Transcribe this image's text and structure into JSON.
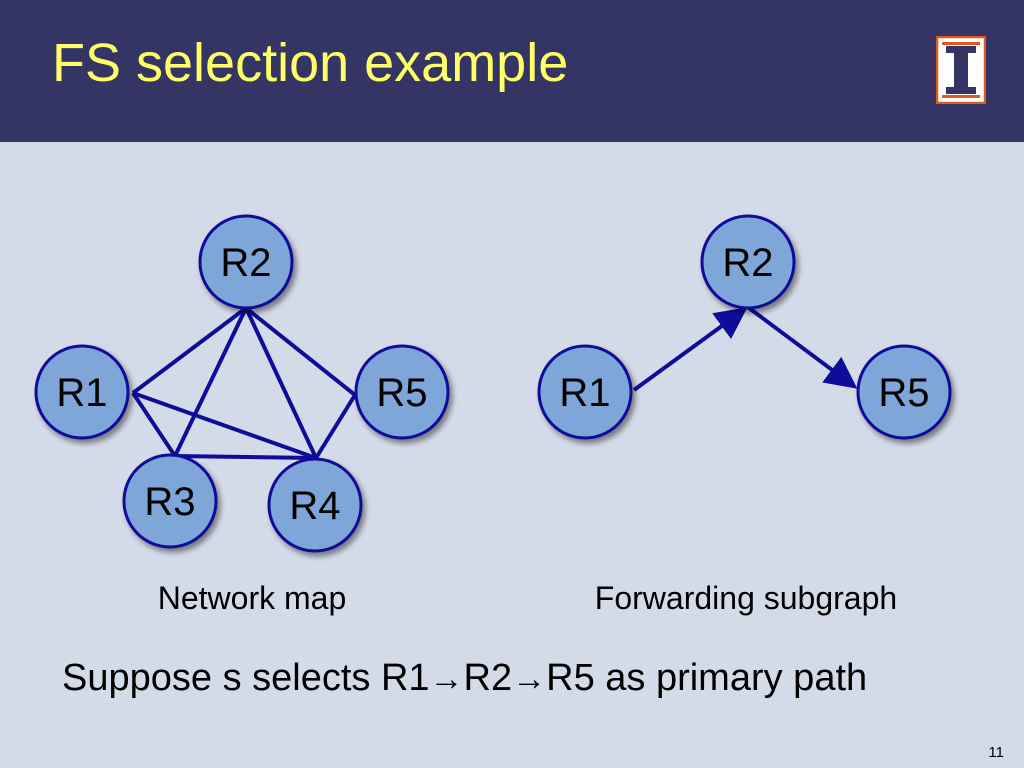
{
  "slide": {
    "title": "FS selection example",
    "page_number": "11"
  },
  "network_map": {
    "caption": "Network map",
    "nodes": [
      "R1",
      "R2",
      "R3",
      "R4",
      "R5"
    ],
    "links": [
      [
        "R1",
        "R2"
      ],
      [
        "R1",
        "R3"
      ],
      [
        "R1",
        "R4"
      ],
      [
        "R2",
        "R3"
      ],
      [
        "R2",
        "R4"
      ],
      [
        "R2",
        "R5"
      ],
      [
        "R3",
        "R4"
      ],
      [
        "R4",
        "R5"
      ]
    ]
  },
  "forwarding_subgraph": {
    "caption": "Forwarding subgraph",
    "nodes": [
      "R1",
      "R2",
      "R5"
    ],
    "arcs": [
      [
        "R1",
        "R2"
      ],
      [
        "R2",
        "R5"
      ]
    ]
  },
  "statement": {
    "prefix": "Suppose s selects ",
    "hop1": "R1",
    "hop2": "R2",
    "hop3": "R5",
    "suffix": " as primary path",
    "arrow": "→"
  },
  "colors": {
    "title_bar": "#343465",
    "title_text": "#ffff66",
    "background": "#d4dbe8",
    "node_fill": "#7fa6d9",
    "node_stroke": "#0d0d99",
    "edge": "#0d0d99",
    "logo_orange": "#e05a1e"
  },
  "icons": {
    "logo": "illinois-block-i-logo"
  }
}
